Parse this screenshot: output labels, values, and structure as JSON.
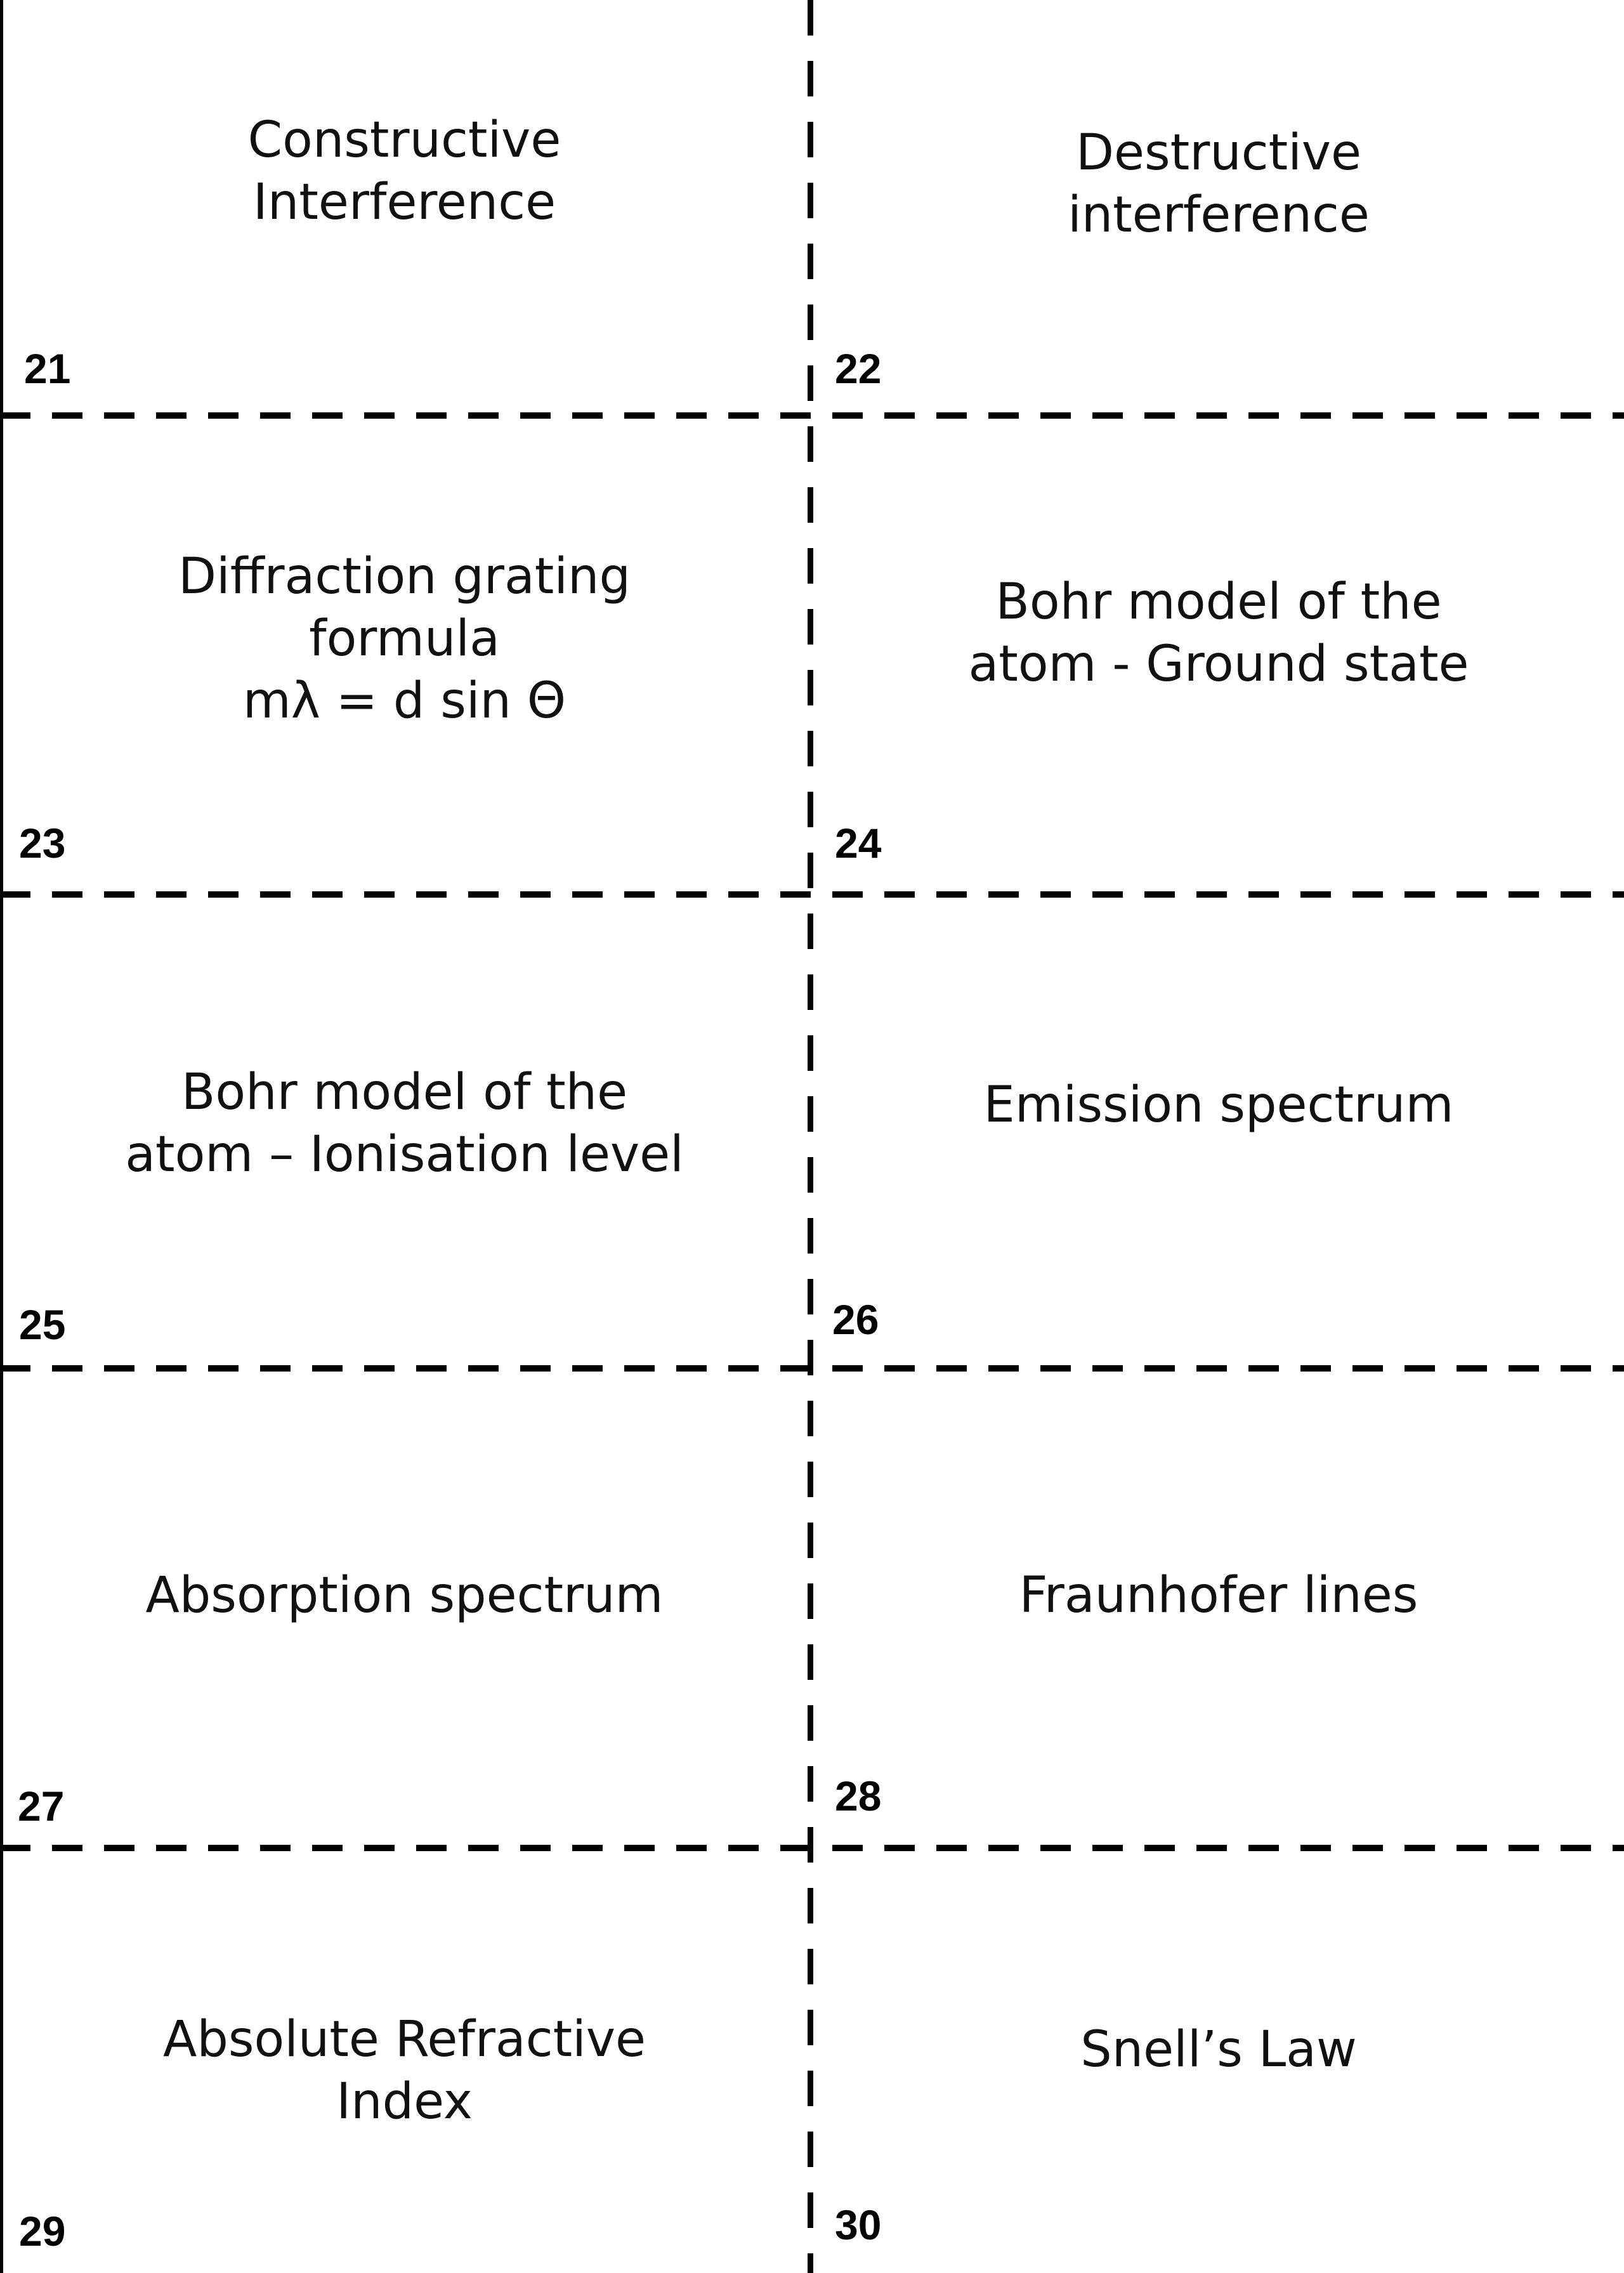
{
  "cards": [
    {
      "number": "21",
      "lines": [
        "Constructive",
        "Interference"
      ]
    },
    {
      "number": "22",
      "lines": [
        "Destructive",
        "interference"
      ]
    },
    {
      "number": "23",
      "lines": [
        "Diffraction grating",
        "formula",
        "mλ = d sin Θ"
      ]
    },
    {
      "number": "24",
      "lines": [
        "Bohr model of the",
        "atom - Ground state"
      ]
    },
    {
      "number": "25",
      "lines": [
        "Bohr model of the",
        "atom – Ionisation level"
      ]
    },
    {
      "number": "26",
      "lines": [
        "Emission spectrum"
      ]
    },
    {
      "number": "27",
      "lines": [
        "Absorption spectrum"
      ]
    },
    {
      "number": "28",
      "lines": [
        "Fraunhofer lines"
      ]
    },
    {
      "number": "29",
      "lines": [
        "Absolute Refractive",
        "Index"
      ]
    },
    {
      "number": "30",
      "lines": [
        "Snell’s Law"
      ]
    }
  ]
}
